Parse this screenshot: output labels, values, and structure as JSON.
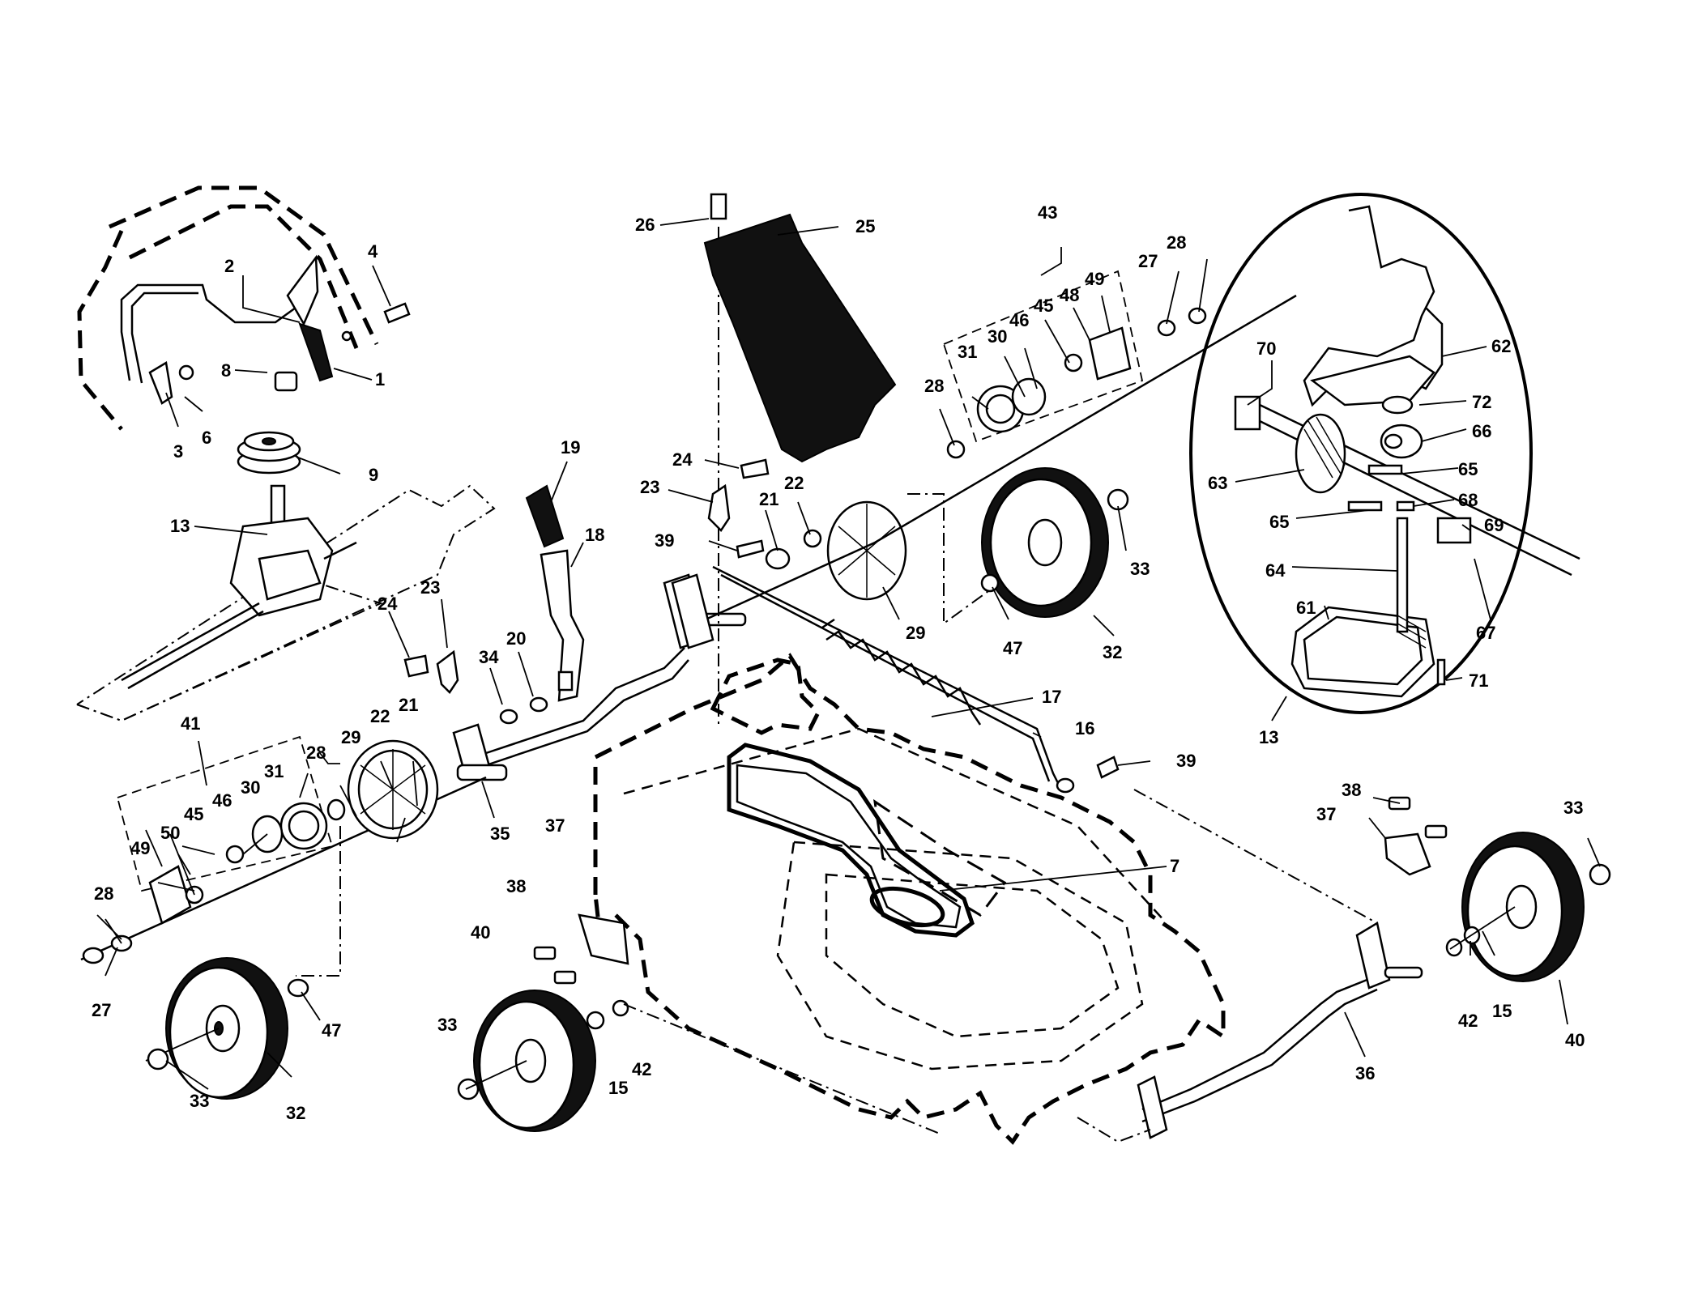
{
  "callouts": [
    {
      "id": "c1",
      "text": "1"
    },
    {
      "id": "c2",
      "text": "2"
    },
    {
      "id": "c3",
      "text": "3"
    },
    {
      "id": "c4",
      "text": "4"
    },
    {
      "id": "c6",
      "text": "6"
    },
    {
      "id": "c8",
      "text": "8"
    },
    {
      "id": "c9",
      "text": "9"
    },
    {
      "id": "c13a",
      "text": "13"
    },
    {
      "id": "c19",
      "text": "19"
    },
    {
      "id": "c18",
      "text": "18"
    },
    {
      "id": "c24a",
      "text": "24"
    },
    {
      "id": "c23a",
      "text": "23"
    },
    {
      "id": "c34",
      "text": "34"
    },
    {
      "id": "c20",
      "text": "20"
    },
    {
      "id": "c41",
      "text": "41"
    },
    {
      "id": "c28a",
      "text": "28"
    },
    {
      "id": "c29a",
      "text": "29"
    },
    {
      "id": "c22a",
      "text": "22"
    },
    {
      "id": "c21a",
      "text": "21"
    },
    {
      "id": "c35",
      "text": "35"
    },
    {
      "id": "c31a",
      "text": "31"
    },
    {
      "id": "c30a",
      "text": "30"
    },
    {
      "id": "c46a",
      "text": "46"
    },
    {
      "id": "c45a",
      "text": "45"
    },
    {
      "id": "c50",
      "text": "50"
    },
    {
      "id": "c49a",
      "text": "49"
    },
    {
      "id": "c28b",
      "text": "28"
    },
    {
      "id": "c27a",
      "text": "27"
    },
    {
      "id": "c47a",
      "text": "47"
    },
    {
      "id": "c33a",
      "text": "33"
    },
    {
      "id": "c32a",
      "text": "32"
    },
    {
      "id": "c26",
      "text": "26"
    },
    {
      "id": "c25",
      "text": "25"
    },
    {
      "id": "c24b",
      "text": "24"
    },
    {
      "id": "c23b",
      "text": "23"
    },
    {
      "id": "c21b",
      "text": "21"
    },
    {
      "id": "c22b",
      "text": "22"
    },
    {
      "id": "c39a",
      "text": "39"
    },
    {
      "id": "c29b",
      "text": "29"
    },
    {
      "id": "c17",
      "text": "17"
    },
    {
      "id": "c16",
      "text": "16"
    },
    {
      "id": "c39b",
      "text": "39"
    },
    {
      "id": "c7",
      "text": "7"
    },
    {
      "id": "c38a",
      "text": "38"
    },
    {
      "id": "c37a",
      "text": "37"
    },
    {
      "id": "c40a",
      "text": "40"
    },
    {
      "id": "c33b",
      "text": "33"
    },
    {
      "id": "c15a",
      "text": "15"
    },
    {
      "id": "c42a",
      "text": "42"
    },
    {
      "id": "c43",
      "text": "43"
    },
    {
      "id": "c28c",
      "text": "28"
    },
    {
      "id": "c27b",
      "text": "27"
    },
    {
      "id": "c31b",
      "text": "31"
    },
    {
      "id": "c30b",
      "text": "30"
    },
    {
      "id": "c46b",
      "text": "46"
    },
    {
      "id": "c45b",
      "text": "45"
    },
    {
      "id": "c48",
      "text": "48"
    },
    {
      "id": "c49b",
      "text": "49"
    },
    {
      "id": "c28d",
      "text": "28"
    },
    {
      "id": "c33c",
      "text": "33"
    },
    {
      "id": "c47b",
      "text": "47"
    },
    {
      "id": "c32b",
      "text": "32"
    },
    {
      "id": "c38b",
      "text": "38"
    },
    {
      "id": "c37b",
      "text": "37"
    },
    {
      "id": "c33d",
      "text": "33"
    },
    {
      "id": "c42b",
      "text": "42"
    },
    {
      "id": "c15b",
      "text": "15"
    },
    {
      "id": "c40b",
      "text": "40"
    },
    {
      "id": "c36",
      "text": "36"
    },
    {
      "id": "c70",
      "text": "70"
    },
    {
      "id": "c62",
      "text": "62"
    },
    {
      "id": "c72",
      "text": "72"
    },
    {
      "id": "c66",
      "text": "66"
    },
    {
      "id": "c63",
      "text": "63"
    },
    {
      "id": "c65a",
      "text": "65"
    },
    {
      "id": "c68",
      "text": "68"
    },
    {
      "id": "c65b",
      "text": "65"
    },
    {
      "id": "c69",
      "text": "69"
    },
    {
      "id": "c64",
      "text": "64"
    },
    {
      "id": "c61",
      "text": "61"
    },
    {
      "id": "c67",
      "text": "67"
    },
    {
      "id": "c71",
      "text": "71"
    },
    {
      "id": "c13b",
      "text": "13"
    }
  ]
}
